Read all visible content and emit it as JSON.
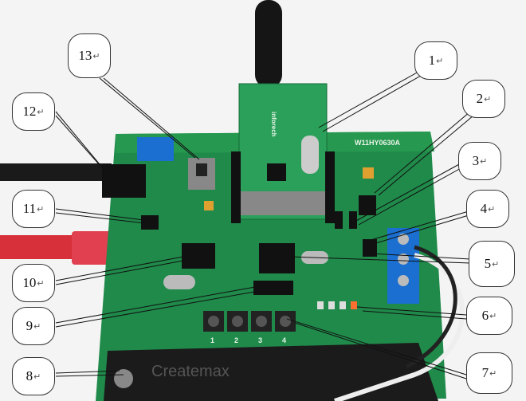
{
  "callouts": [
    {
      "n": "1",
      "mark": "↵"
    },
    {
      "n": "2",
      "mark": "↵"
    },
    {
      "n": "3",
      "mark": "↵"
    },
    {
      "n": "4",
      "mark": "↵"
    },
    {
      "n": "5",
      "mark": "↵"
    },
    {
      "n": "6",
      "mark": "↵"
    },
    {
      "n": "7",
      "mark": "↵"
    },
    {
      "n": "8",
      "mark": "↵"
    },
    {
      "n": "9",
      "mark": "↵"
    },
    {
      "n": "10",
      "mark": "↵"
    },
    {
      "n": "11",
      "mark": "↵"
    },
    {
      "n": "12",
      "mark": "↵"
    },
    {
      "n": "13",
      "mark": "↵"
    }
  ],
  "board": {
    "model": "W11HY0630A",
    "module_text": "inforech",
    "brand": "Createmax",
    "button_labels": [
      "1",
      "2",
      "3",
      "4"
    ]
  },
  "colors": {
    "pcb": "#1f8a4a",
    "pcb_dark": "#146a36",
    "callout_border": "#333333",
    "header": "#1a1a1a"
  }
}
